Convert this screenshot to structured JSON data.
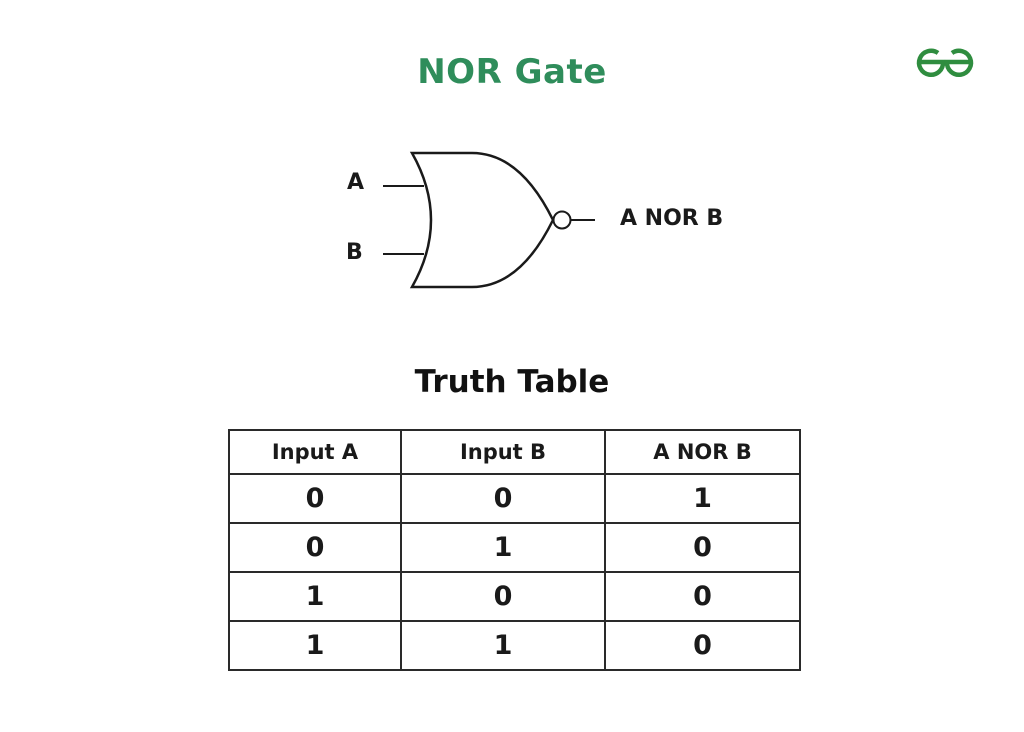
{
  "title": "NOR Gate",
  "logo": {
    "icon": "geeksforgeeks-logo-icon",
    "color": "#2f8d3f"
  },
  "diagram": {
    "gate_type": "NOR",
    "input_labels": [
      "A",
      "B"
    ],
    "output_label": "A NOR B"
  },
  "truth_table": {
    "title": "Truth Table",
    "headers": [
      "Input A",
      "Input B",
      "A NOR B"
    ],
    "rows": [
      [
        "0",
        "0",
        "1"
      ],
      [
        "0",
        "1",
        "0"
      ],
      [
        "1",
        "0",
        "0"
      ],
      [
        "1",
        "1",
        "0"
      ]
    ]
  },
  "colors": {
    "title": "#2f8d5b",
    "text": "#1a1a1a"
  }
}
